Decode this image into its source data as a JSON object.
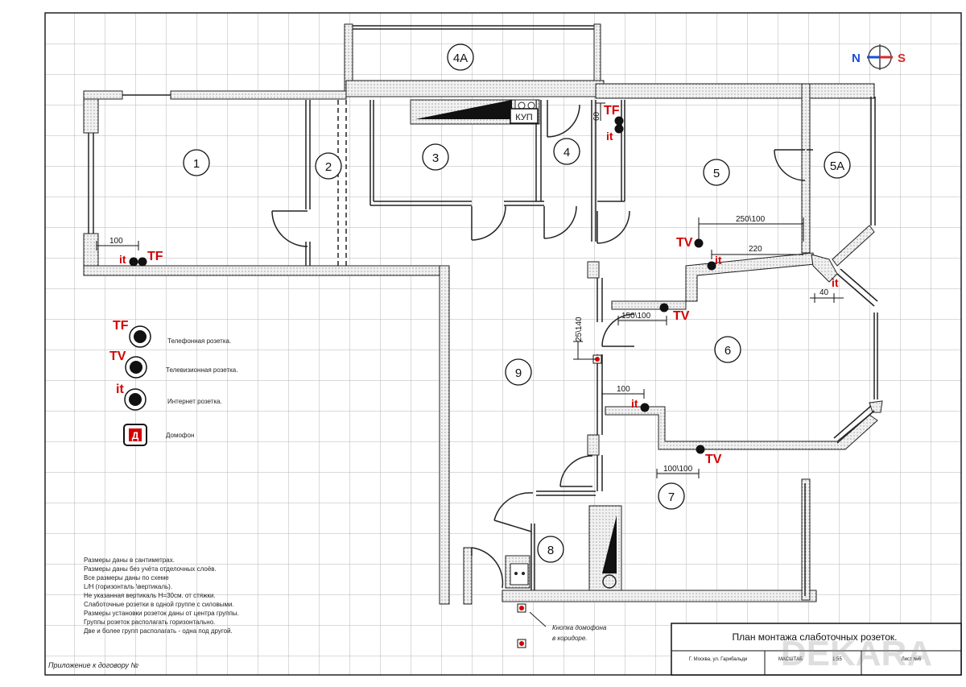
{
  "rooms": {
    "r1": "1",
    "r2": "2",
    "r3": "3",
    "r4": "4",
    "r4a": "4А",
    "r5": "5",
    "r5a": "5А",
    "r6": "6",
    "r7": "7",
    "r8": "8",
    "r9": "9"
  },
  "compass": {
    "north": "N",
    "south": "S"
  },
  "kup_label": "КУП",
  "sockets": {
    "tf": "TF",
    "tv": "TV",
    "it": "it",
    "door": "Д"
  },
  "dimensions": {
    "d100_room1": "100",
    "d60": "60",
    "d250_100": "250\\100",
    "d220": "220",
    "d40": "40",
    "d150_100": "150\\100",
    "d25_140": "25\\140",
    "d100_room6": "100",
    "d100_100": "100\\100"
  },
  "legend": {
    "phone": "Телефонная розетка.",
    "tv": "Телевизионная розетка.",
    "internet": "Интернет розетка.",
    "intercom": "Домофон"
  },
  "notes": [
    "Размеры даны в сантиметрах.",
    "Размеры даны без учёта отделочных слоёв.",
    "Все размеры даны по схеме",
    "L/H (горизонталь \\вертикаль).",
    "Не указанная вертикаль H=30см. от стяжки.",
    "Слаботочные розетки в одной группе с силовыми.",
    "Размеры установки розеток даны от центра группы.",
    "Группы розеток располагать горизонтально.",
    "Две и более групп располагать - одна под другой."
  ],
  "doorbell_note": [
    "Кнопка домофона",
    "в коридоре."
  ],
  "appendix": "Приложение к договору №",
  "title_block": {
    "title": "План монтажа слаботочных розеток.",
    "address": "Г. Москва, ул. Гарибальди",
    "scale_label": "МАСШТАБ",
    "scale_value": "1:55",
    "sheet": "Лист №6"
  },
  "watermark": "DEKARA",
  "colors": {
    "socket_label": "#d40000",
    "north": "#1a4fd6",
    "south": "#d42a2a",
    "grid": "#b5b5b5",
    "wall_fill": "#ececec"
  }
}
